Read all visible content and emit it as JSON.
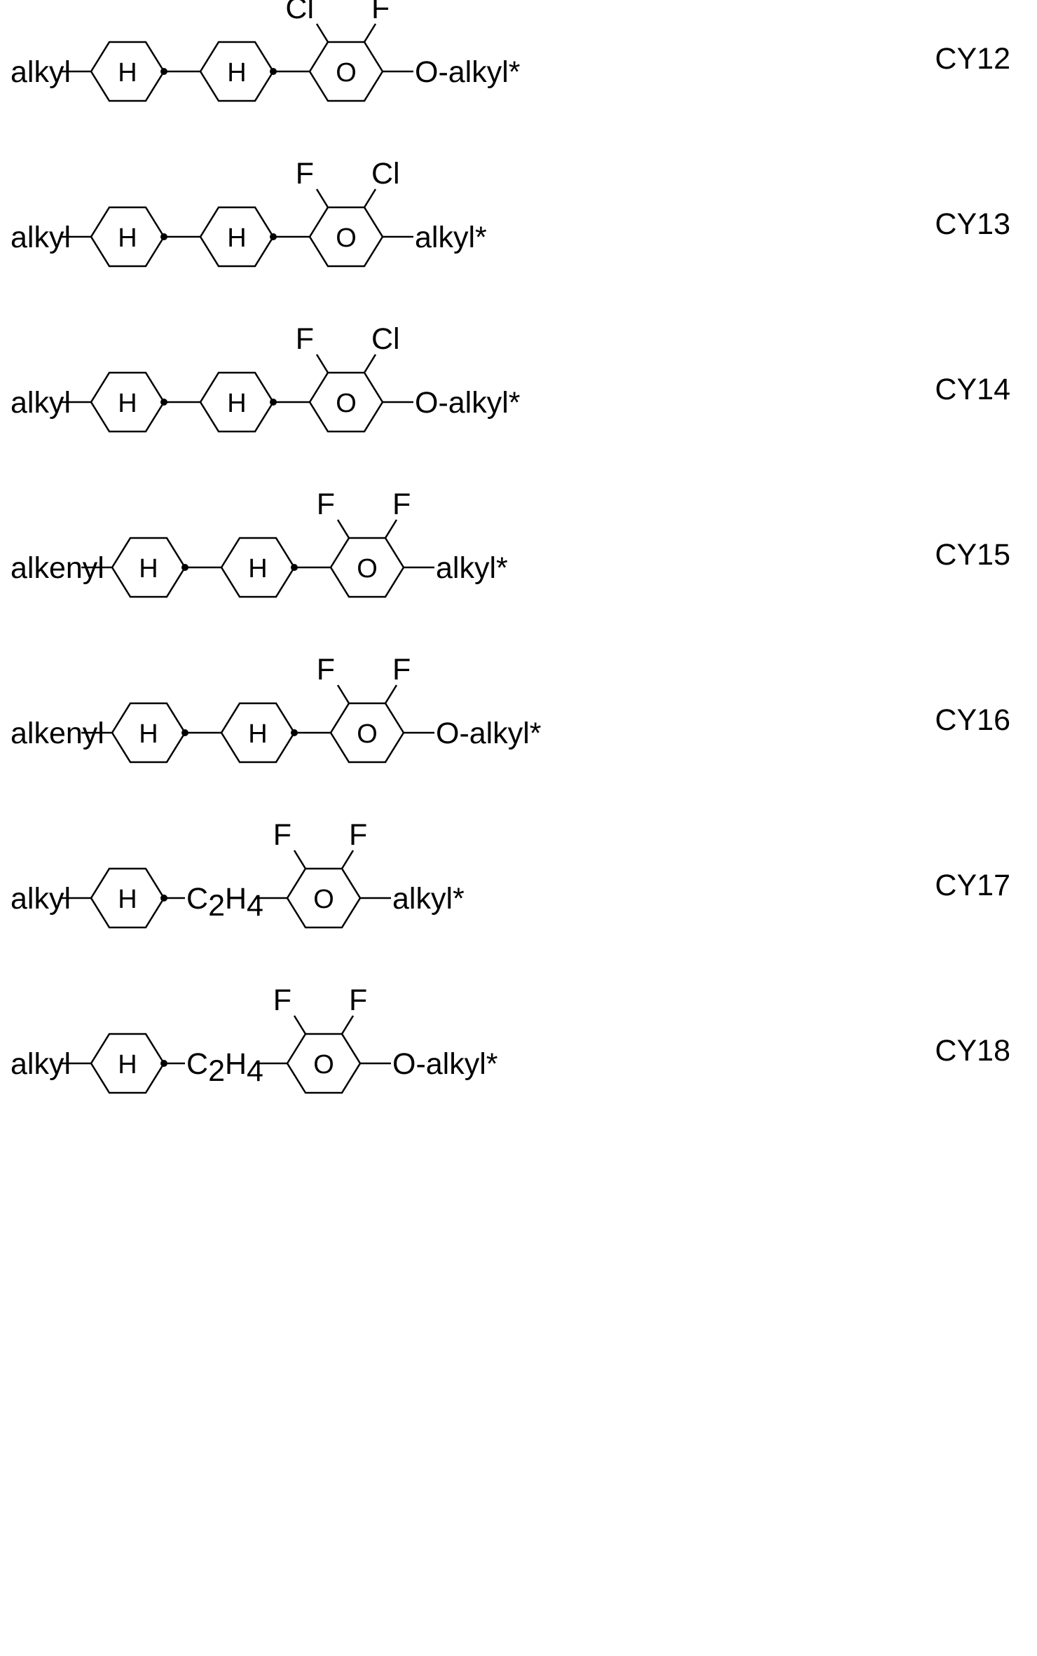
{
  "compounds": [
    {
      "id": "CY12",
      "left_group": "alkyl",
      "rings": [
        "H",
        "H",
        "O"
      ],
      "bridge": "",
      "top_left_substituent": "Cl",
      "top_right_substituent": "F",
      "right_group": "O-alkyl*"
    },
    {
      "id": "CY13",
      "left_group": "alkyl",
      "rings": [
        "H",
        "H",
        "O"
      ],
      "bridge": "",
      "top_left_substituent": "F",
      "top_right_substituent": "Cl",
      "right_group": "alkyl*"
    },
    {
      "id": "CY14",
      "left_group": "alkyl",
      "rings": [
        "H",
        "H",
        "O"
      ],
      "bridge": "",
      "top_left_substituent": "F",
      "top_right_substituent": "Cl",
      "right_group": "O-alkyl*"
    },
    {
      "id": "CY15",
      "left_group": "alkenyl",
      "rings": [
        "H",
        "H",
        "O"
      ],
      "bridge": "",
      "top_left_substituent": "F",
      "top_right_substituent": "F",
      "right_group": "alkyl*"
    },
    {
      "id": "CY16",
      "left_group": "alkenyl",
      "rings": [
        "H",
        "H",
        "O"
      ],
      "bridge": "",
      "top_left_substituent": "F",
      "top_right_substituent": "F",
      "right_group": "O-alkyl*"
    },
    {
      "id": "CY17",
      "left_group": "alkyl",
      "rings": [
        "H",
        "O"
      ],
      "bridge": {
        "main": "C",
        "sub1": "2",
        "main2": "H",
        "sub2": "4"
      },
      "top_left_substituent": "F",
      "top_right_substituent": "F",
      "right_group": "alkyl*"
    },
    {
      "id": "CY18",
      "left_group": "alkyl",
      "rings": [
        "H",
        "O"
      ],
      "bridge": {
        "main": "C",
        "sub1": "2",
        "main2": "H",
        "sub2": "4"
      },
      "top_left_substituent": "F",
      "top_right_substituent": "F",
      "right_group": "O-alkyl*"
    }
  ]
}
